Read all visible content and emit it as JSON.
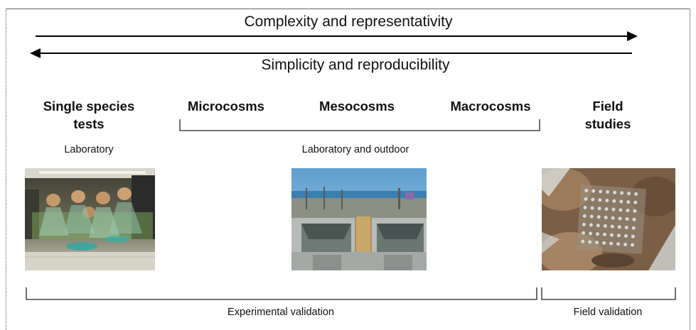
{
  "arrows": {
    "forward_label": "Complexity and representativity",
    "backward_label": "Simplicity and reproducibility"
  },
  "categories": {
    "single_species": "Single species\ntests",
    "microcosms": "Microcosms",
    "mesocosms": "Mesocosms",
    "macrocosms": "Macrocosms",
    "field_studies": "Field\nstudies"
  },
  "settings": {
    "laboratory": "Laboratory",
    "lab_and_outdoor": "Laboratory and outdoor"
  },
  "validation": {
    "experimental": "Experimental validation",
    "field": "Field validation"
  },
  "photos": {
    "laboratory_photo": "laboratory-flasks-photo",
    "mesocosm_photo": "outdoor-mesocosm-tanks-photo",
    "field_photo": "field-sampling-grid-photo"
  }
}
